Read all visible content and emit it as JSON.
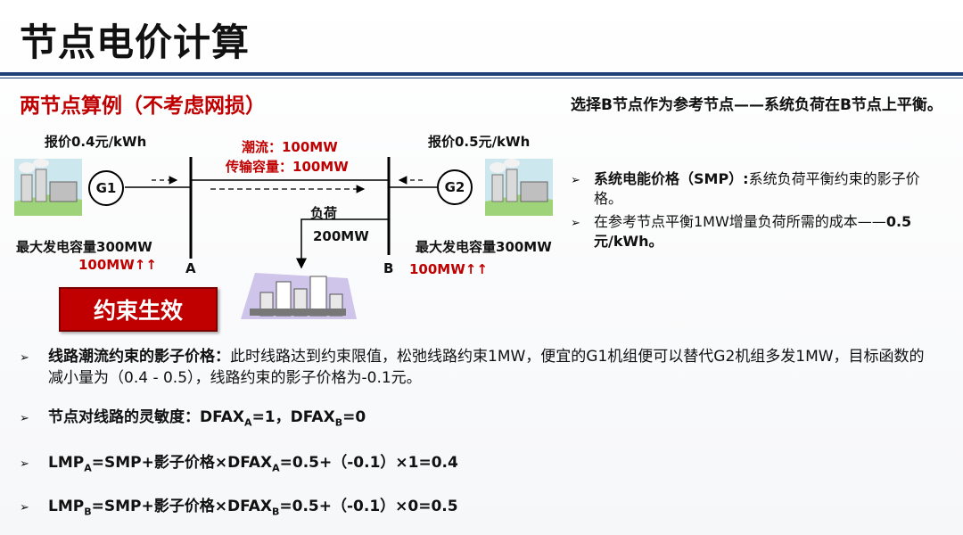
{
  "title": "节点电价计算",
  "subtitle": "两节点算例（不考虑网损）",
  "diagram": {
    "g1_price": "报价0.4元/kWh",
    "g2_price": "报价0.5元/kWh",
    "flow_label": "潮流：100MW",
    "capacity_label": "传输容量：100MW",
    "load_label": "负荷",
    "load_value": "200MW",
    "g1_label": "G1",
    "g2_label": "G2",
    "g1_capacity": "最大发电容量300MW",
    "g2_capacity": "最大发电容量300MW",
    "g1_output": "100MW↑↑",
    "g2_output": "100MW↑↑",
    "node_a": "A",
    "node_b": "B",
    "constraint_button": "约束生效"
  },
  "right_panel": {
    "heading": "选择B节点作为参考节点——系统负荷在B节点上平衡。",
    "smp_bold": "系统电能价格（SMP）:",
    "smp_text": "系统负荷平衡约束的影子价格。",
    "cost_text": "在参考节点平衡1MW增量负荷所需的成本——",
    "cost_bold": "0.5元/kWh。"
  },
  "lower": {
    "line1_bold": "线路潮流约束的影子价格：",
    "line1_text": "此时线路达到约束限值，松弛线路约束1MW，便宜的G1机组便可以替代G2机组多发1MW，目标函数的减小量为（0.4 - 0.5），线路约束的影子价格为-0.1元。",
    "line2_prefix": "节点对线路的灵敏度：DFAX",
    "line2_sub_a": "A",
    "line2_mid": "=1，DFAX",
    "line2_sub_b": "B",
    "line2_suffix": "=0",
    "line3_prefix": "LMP",
    "line3_sub1": "A",
    "line3_mid": "=SMP+影子价格×DFAX",
    "line3_sub2": "A",
    "line3_suffix": "=0.5+（-0.1）×1=0.4",
    "line4_prefix": "LMP",
    "line4_sub1": "B",
    "line4_mid": "=SMP+影子价格×DFAX",
    "line4_sub2": "B",
    "line4_suffix": "=0.5+（-0.1）×0=0.5"
  },
  "colors": {
    "accent_red": "#c00000",
    "title_rule": "#1f3f77"
  },
  "icons": {
    "power_plant": "power-plant-icon",
    "city": "city-icon",
    "bullet": "arrow-bullet-icon"
  }
}
